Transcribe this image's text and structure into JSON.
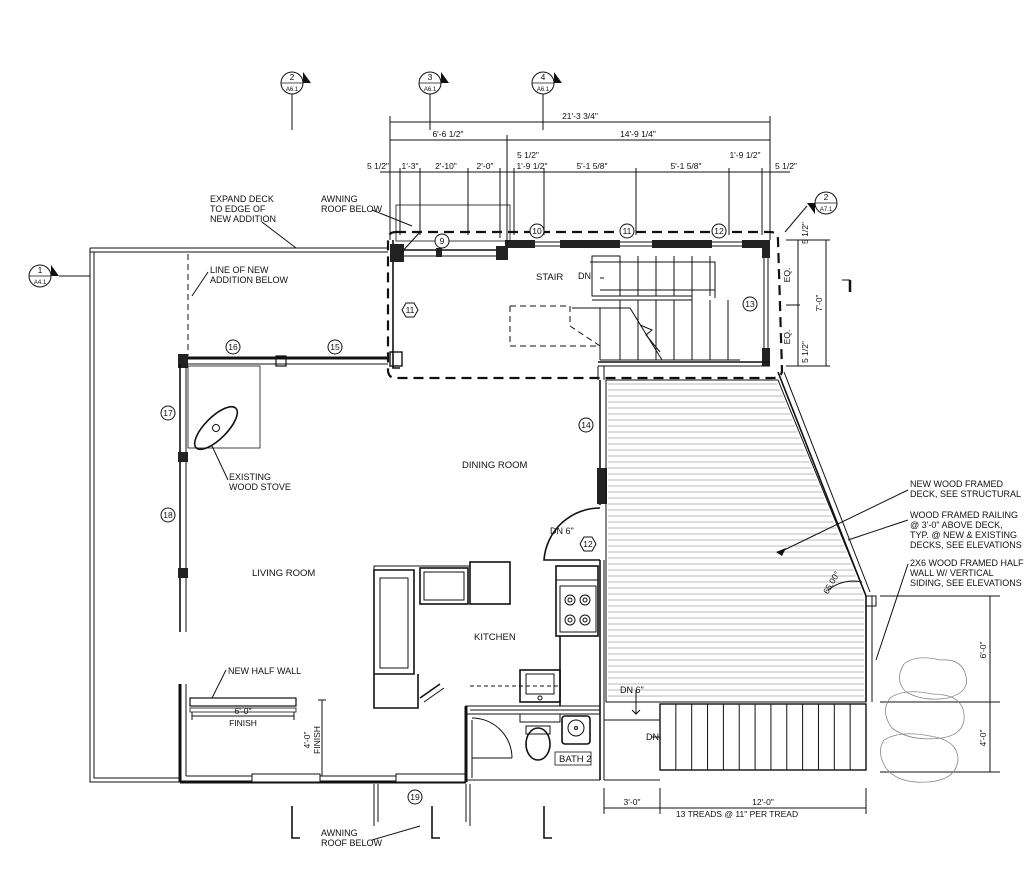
{
  "section_markers": [
    {
      "num": "2",
      "sheet": "A6.1"
    },
    {
      "num": "3",
      "sheet": "A6.1"
    },
    {
      "num": "4",
      "sheet": "A6.1"
    },
    {
      "num": "1",
      "sheet": "A4.1"
    },
    {
      "num": "2",
      "sheet": "A7.1"
    }
  ],
  "dimensions": {
    "overall": "21'-3 3/4\"",
    "left_span": "6'-6 1/2\"",
    "right_span": "14'-9 1/4\"",
    "d_5_half_a": "5 1/2\"",
    "d_1_3": "1'-3\"",
    "d_2_10": "2'-10\"",
    "d_2_0": "2'-0\"",
    "d_5_half_b": "5 1/2\"",
    "d_1_9_half_a": "1'-9 1/2\"",
    "d_5_1_5_8_a": "5'-1 5/8\"",
    "d_5_1_5_8_b": "5'-1 5/8\"",
    "d_1_9_half_b": "1'-9 1/2\"",
    "d_5_half_c": "5 1/2\"",
    "r_5_half_top": "5 1/2\"",
    "r_eq_top": "EQ.",
    "r_7_0": "7'-0\"",
    "r_eq_bot": "EQ.",
    "r_5_half_bot": "5 1/2\"",
    "d_6_0_right": "6'-0\"",
    "d_4_0_right": "4'-0\"",
    "d_3_0_bottom": "3'-0\"",
    "d_12_0_bottom": "12'-0\"",
    "treads": "13 TREADS @ 11\" PER TREAD",
    "half_wall_len": "6'-0\"",
    "finish_a": "FINISH",
    "vert_4_0": "4'-0\"",
    "finish_b": "FINISH",
    "angle": "65.00°"
  },
  "notes": {
    "expand_deck": [
      "EXPAND DECK",
      "TO EDGE OF",
      "NEW ADDITION"
    ],
    "awning_top": [
      "AWNING",
      "ROOF BELOW"
    ],
    "line_new_addition": [
      "LINE OF NEW",
      "ADDITION BELOW"
    ],
    "existing_stove": [
      "EXISTING",
      "WOOD STOVE"
    ],
    "new_deck": [
      "NEW WOOD FRAMED",
      "DECK, SEE STRUCTURAL"
    ],
    "railing": [
      "WOOD FRAMED RAILING",
      "@ 3'-0\" ABOVE DECK,",
      "TYP. @ NEW & EXISTING",
      "DECKS, SEE ELEVATIONS"
    ],
    "half_wall_siding": [
      "2X6 WOOD FRAMED HALF",
      "WALL W/ VERTICAL",
      "SIDING, SEE ELEVATIONS"
    ],
    "new_half_wall": "NEW HALF WALL",
    "awning_bottom": [
      "AWNING",
      "ROOF BELOW"
    ]
  },
  "rooms": {
    "stair": "STAIR",
    "dining": "DINING ROOM",
    "living": "LIVING ROOM",
    "kitchen": "KITCHEN",
    "bath": "BATH 2"
  },
  "stair_labels": {
    "dn_stair": "DN",
    "dn_6_a": "DN 6\"",
    "dn_6_b": "DN 6\"",
    "dn_deck": "DN"
  },
  "tags": {
    "t9": "9",
    "t10": "10",
    "t11a": "11",
    "t12a": "12",
    "t13": "13",
    "t11b": "11",
    "t14": "14",
    "t15": "15",
    "t16": "16",
    "t17": "17",
    "t18": "18",
    "t12b": "12",
    "t19": "19"
  }
}
